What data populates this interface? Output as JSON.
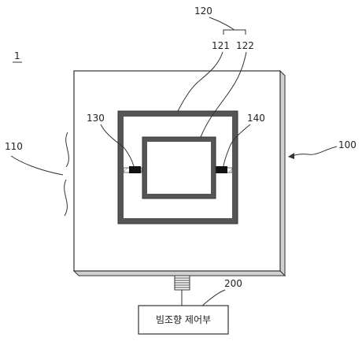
{
  "figure_number": "1",
  "labels": {
    "device": "100",
    "group": "120",
    "outer_loop": "121",
    "inner_loop": "122",
    "left_element": "130",
    "right_element": "140",
    "substrate": "110",
    "controller": "200"
  },
  "controller_text": "빔조향 제어부",
  "colors": {
    "line": "#333333",
    "loop_fill": "#555555",
    "hatch": "#8a8a8a",
    "element": "#111111",
    "background": "#ffffff"
  }
}
